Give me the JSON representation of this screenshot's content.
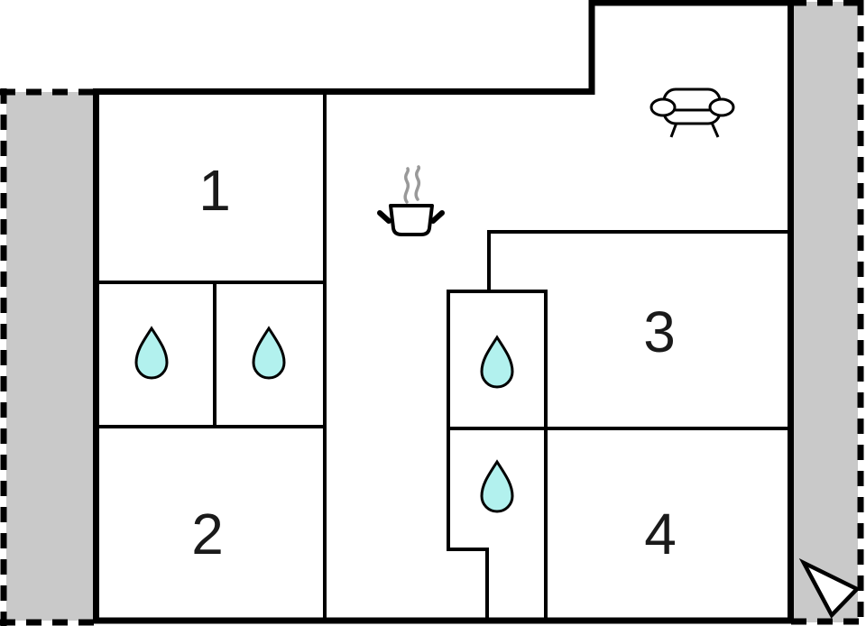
{
  "colors": {
    "background": "#ffffff",
    "wall": "#000000",
    "terrace_fill": "#c9c9c9",
    "water_drop_fill": "#b2f1ee",
    "steam": "#999999",
    "room_number": "#1a1a1a"
  },
  "rooms": [
    {
      "number": "1"
    },
    {
      "number": "2"
    },
    {
      "number": "3"
    },
    {
      "number": "4"
    }
  ],
  "icons": {
    "sofa": "sofa-icon",
    "cooking_pot": "cooking-pot-icon",
    "water_drop": "water-drop-icon",
    "entrance_arrow": "entrance-arrow-icon"
  }
}
